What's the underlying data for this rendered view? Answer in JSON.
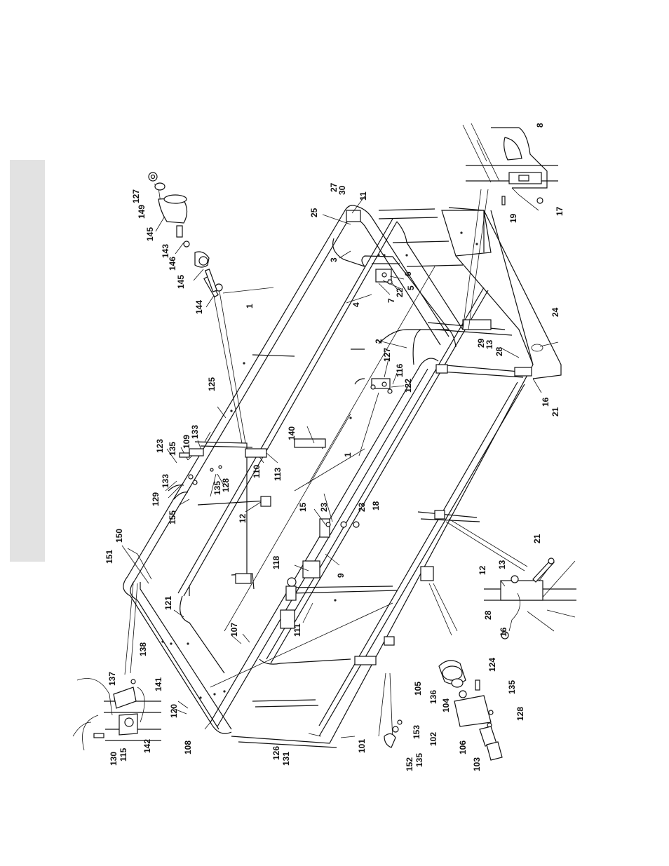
{
  "callouts": {
    "c1a": "1",
    "c1b": "1",
    "c2": "2",
    "c3": "3",
    "c4": "4",
    "c5": "5",
    "c6": "6",
    "c7": "7",
    "c8": "8",
    "c9": "9",
    "c11": "11",
    "c12a": "12",
    "c12b": "12",
    "c13a": "13",
    "c13b": "13",
    "c15": "15",
    "c16a": "16",
    "c16b": "16",
    "c17": "17",
    "c18": "18",
    "c19": "19",
    "c21a": "21",
    "c21b": "21",
    "c22": "22",
    "c23a": "23",
    "c23b": "23",
    "c24": "24",
    "c25": "25",
    "c27": "27",
    "c28a": "28",
    "c28b": "28",
    "c29": "29",
    "c30": "30",
    "c101": "101",
    "c102": "102",
    "c103": "103",
    "c104": "104",
    "c105": "105",
    "c106": "106",
    "c107": "107",
    "c108": "108",
    "c109": "109",
    "c110": "110",
    "c111": "111",
    "c113": "113",
    "c115": "115",
    "c116": "116",
    "c118": "118",
    "c120": "120",
    "c121": "121",
    "c122": "122",
    "c123": "123",
    "c124": "124",
    "c125": "125",
    "c126": "126",
    "c127a": "127",
    "c127b": "127",
    "c128a": "128",
    "c128b": "128",
    "c129": "129",
    "c130": "130",
    "c131": "131",
    "c133a": "133",
    "c133b": "133",
    "c135a": "135",
    "c135b": "135",
    "c135c": "135",
    "c135d": "135",
    "c136": "136",
    "c137": "137",
    "c138": "138",
    "c140": "140",
    "c141": "141",
    "c142": "142",
    "c143": "143",
    "c144": "144",
    "c145a": "145",
    "c145b": "145",
    "c146": "146",
    "c149": "149",
    "c150": "150",
    "c151": "151",
    "c152": "152",
    "c153": "153",
    "c155": "155"
  }
}
